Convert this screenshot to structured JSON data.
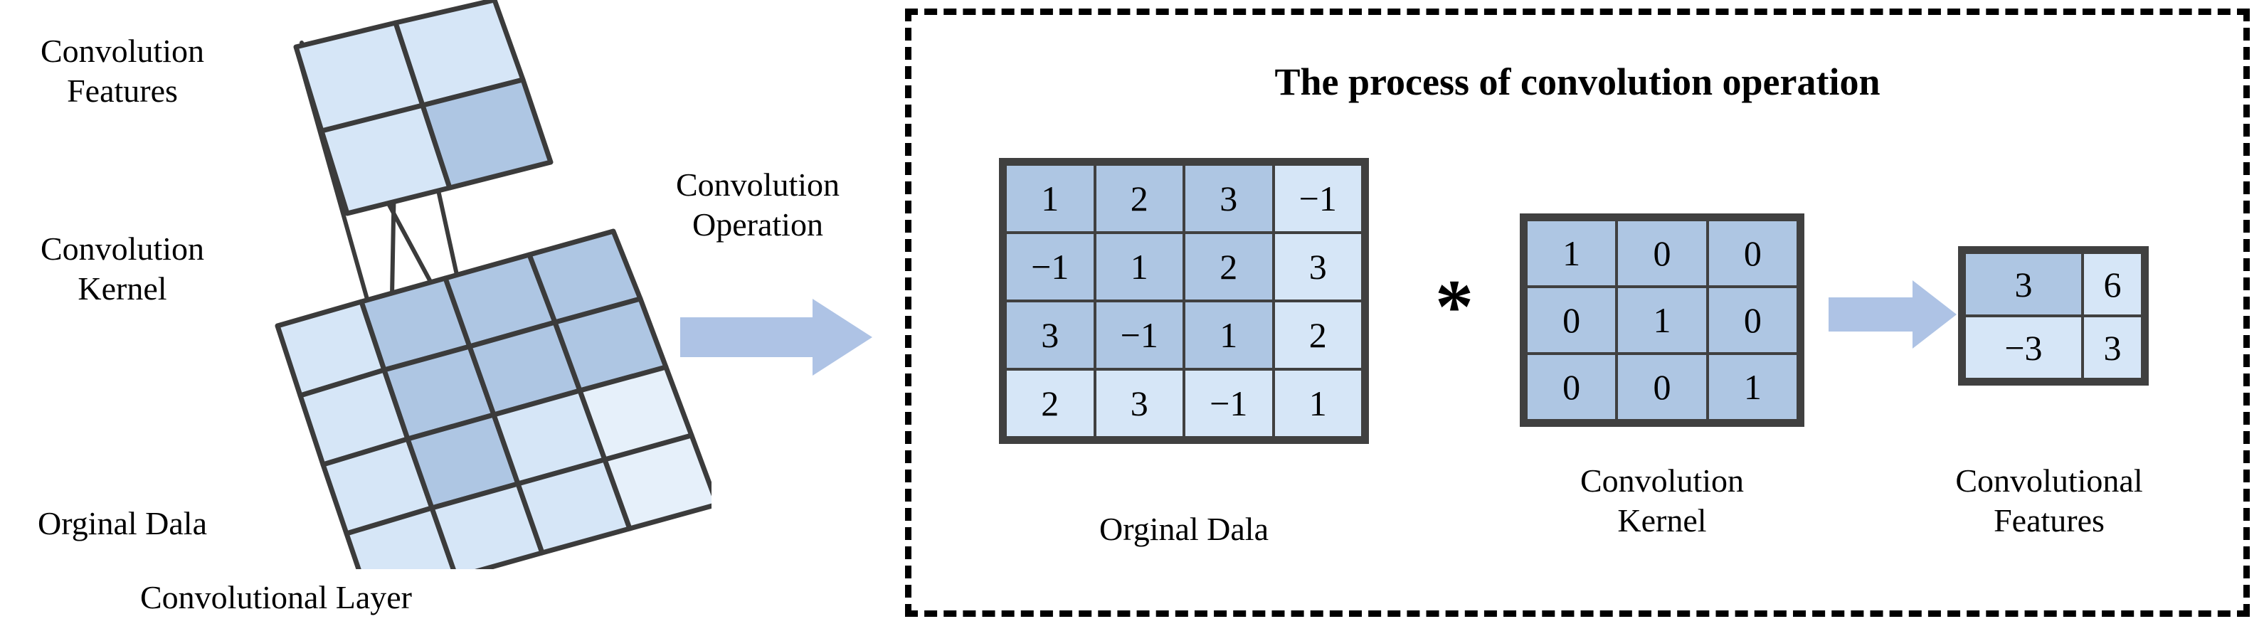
{
  "left_panel": {
    "labels": [
      {
        "name": "convolution-features",
        "text": "Convolution\nFeatures"
      },
      {
        "name": "convolution-kernel",
        "text": "Convolution\nKernel"
      },
      {
        "name": "orginal-dala",
        "text": "Orginal Dala"
      }
    ],
    "figure_caption": "Convolutional Layer",
    "figure": {
      "feature_grid": {
        "rows": 2,
        "cols": 2
      },
      "data_grid": {
        "rows": 4,
        "cols": 4
      },
      "kernel_overlay": {
        "rows": 3,
        "cols": 3
      }
    }
  },
  "middle": {
    "operation_label": "Convolution\nOperation",
    "arrow_name": "convolution-operation-arrow"
  },
  "process_box": {
    "title": "The process of convolution operation",
    "operator_symbol": "*",
    "captions": {
      "input": "Orginal Dala",
      "kernel": "Convolution\nKernel",
      "output": "Convolutional\nFeatures"
    }
  },
  "chart_data": {
    "type": "table",
    "title": "The process of convolution operation",
    "matrices": [
      {
        "name": "input",
        "label": "Orginal Dala",
        "rows": 4,
        "cols": 4,
        "values": [
          [
            "1",
            "2",
            "3",
            "−1"
          ],
          [
            "−1",
            "1",
            "2",
            "3"
          ],
          [
            "3",
            "−1",
            "1",
            "2"
          ],
          [
            "2",
            "3",
            "−1",
            "1"
          ]
        ],
        "highlight": {
          "row_start": 0,
          "col_start": 0,
          "rows": 3,
          "cols": 3
        }
      },
      {
        "name": "kernel",
        "label": "Convolution Kernel",
        "rows": 3,
        "cols": 3,
        "values": [
          [
            "1",
            "0",
            "0"
          ],
          [
            "0",
            "1",
            "0"
          ],
          [
            "0",
            "0",
            "1"
          ]
        ],
        "highlight": {
          "row_start": 0,
          "col_start": 0,
          "rows": 3,
          "cols": 3
        }
      },
      {
        "name": "output",
        "label": "Convolutional Features",
        "rows": 2,
        "cols": 2,
        "values": [
          [
            "3",
            "6"
          ],
          [
            "−3",
            "3"
          ]
        ],
        "highlight": {
          "row_start": 0,
          "col_start": 0,
          "rows": 1,
          "cols": 1
        }
      }
    ]
  },
  "colors": {
    "cell_light": "#d6e6f7",
    "cell_dark": "#aec6e3",
    "cell_border": "#404040",
    "arrow_blue": "#aec3e5",
    "box_border": "#000000",
    "background": "#ffffff"
  }
}
